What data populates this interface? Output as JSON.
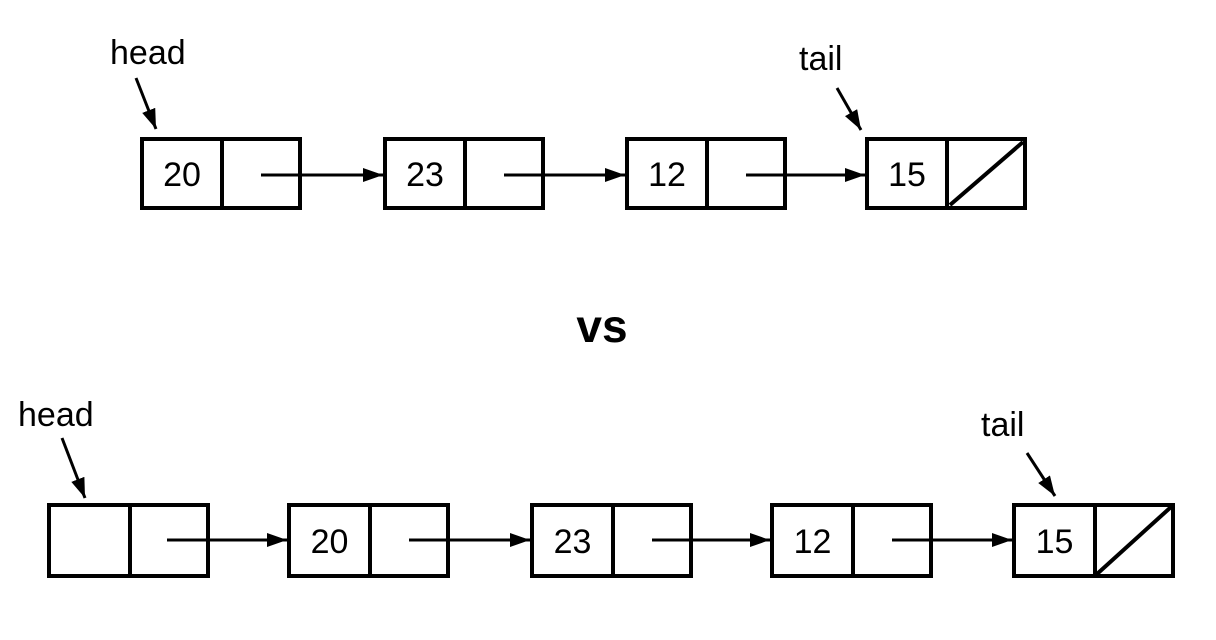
{
  "colors": {
    "ink": "#000000",
    "background": "#ffffff"
  },
  "comparison": {
    "label": "vs"
  },
  "lists": [
    {
      "head_label": "head",
      "tail_label": "tail",
      "nodes": [
        {
          "value": "20"
        },
        {
          "value": "23"
        },
        {
          "value": "12"
        },
        {
          "value": "15",
          "next_is_null": true
        }
      ]
    },
    {
      "head_label": "head",
      "tail_label": "tail",
      "nodes": [
        {
          "value": "",
          "sentinel": true
        },
        {
          "value": "20"
        },
        {
          "value": "23"
        },
        {
          "value": "12"
        },
        {
          "value": "15",
          "next_is_null": true
        }
      ]
    }
  ]
}
